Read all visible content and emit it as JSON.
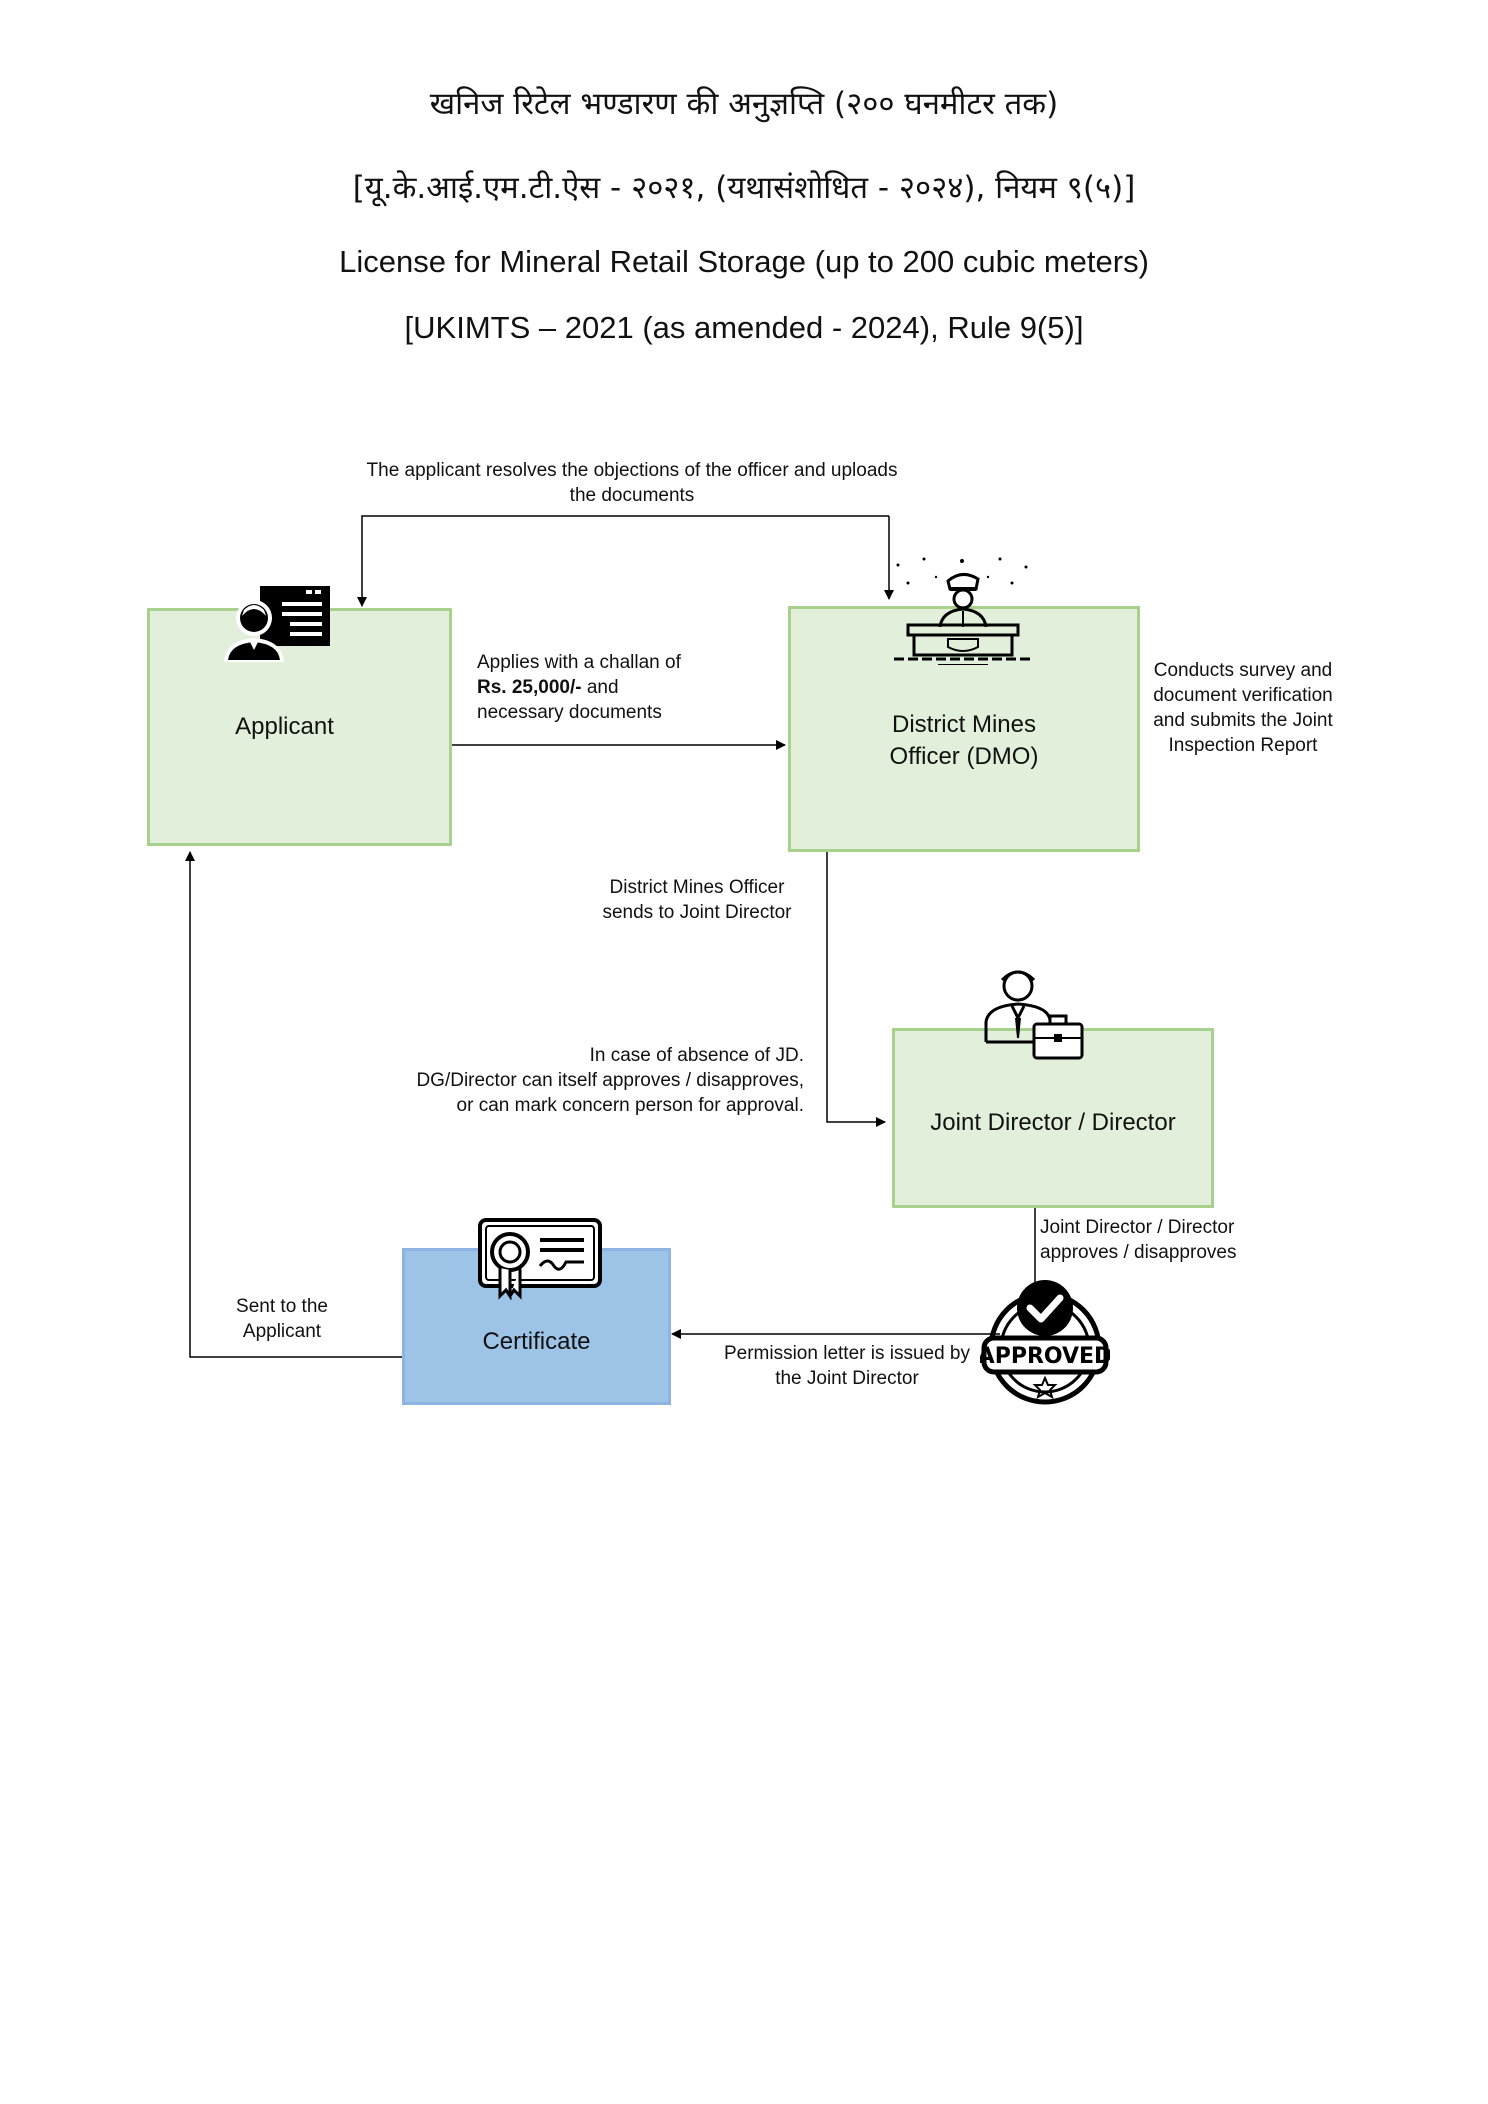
{
  "header": {
    "title_hi": "खनिज रिटेल भण्डारण की अनुज्ञप्ति (२०० घनमीटर तक)",
    "rule_hi": "[यू.के.आई.एम.टी.ऐस - २०२१, (यथासंशोधित - २०२४), नियम ९(५)]",
    "title_en": "License for Mineral Retail Storage (up to 200 cubic meters)",
    "rule_en": "[UKIMTS – 2021 (as amended - 2024), Rule 9(5)]"
  },
  "nodes": {
    "applicant": "Applicant",
    "dmo_line1": "District Mines",
    "dmo_line2": "Officer (DMO)",
    "jd": "Joint Director / Director",
    "certificate": "Certificate"
  },
  "edges": {
    "resolve_line1": "The applicant resolves the objections of the officer and uploads",
    "resolve_line2": "the documents",
    "apply_line1": "Applies with a challan of",
    "apply_amount": "Rs. 25,000/-",
    "apply_and": " and",
    "apply_line3": "necessary documents",
    "survey_line1": "Conducts survey and",
    "survey_line2": "document verification",
    "survey_line3": "and submits the Joint",
    "survey_line4": "Inspection Report",
    "send_line1": "District Mines Officer",
    "send_line2": "sends to Joint Director",
    "absence_line1": "In case of absence of JD.",
    "absence_line2": "DG/Director can itself approves / disapproves,",
    "absence_line3": "or can mark concern person for approval.",
    "jd_line1": "Joint Director / Director",
    "jd_line2": "approves / disapproves",
    "permit_line1": "Permission letter is issued by",
    "permit_line2": "the Joint Director",
    "sent_line1": "Sent to the",
    "sent_line2": "Applicant"
  },
  "stamp": {
    "text": "APPROVED"
  },
  "icons": {
    "applicant": "applicant-form-icon",
    "dmo": "officer-desk-icon",
    "jd": "businessman-briefcase-icon",
    "certificate": "certificate-icon",
    "stamp": "approved-stamp-icon"
  }
}
